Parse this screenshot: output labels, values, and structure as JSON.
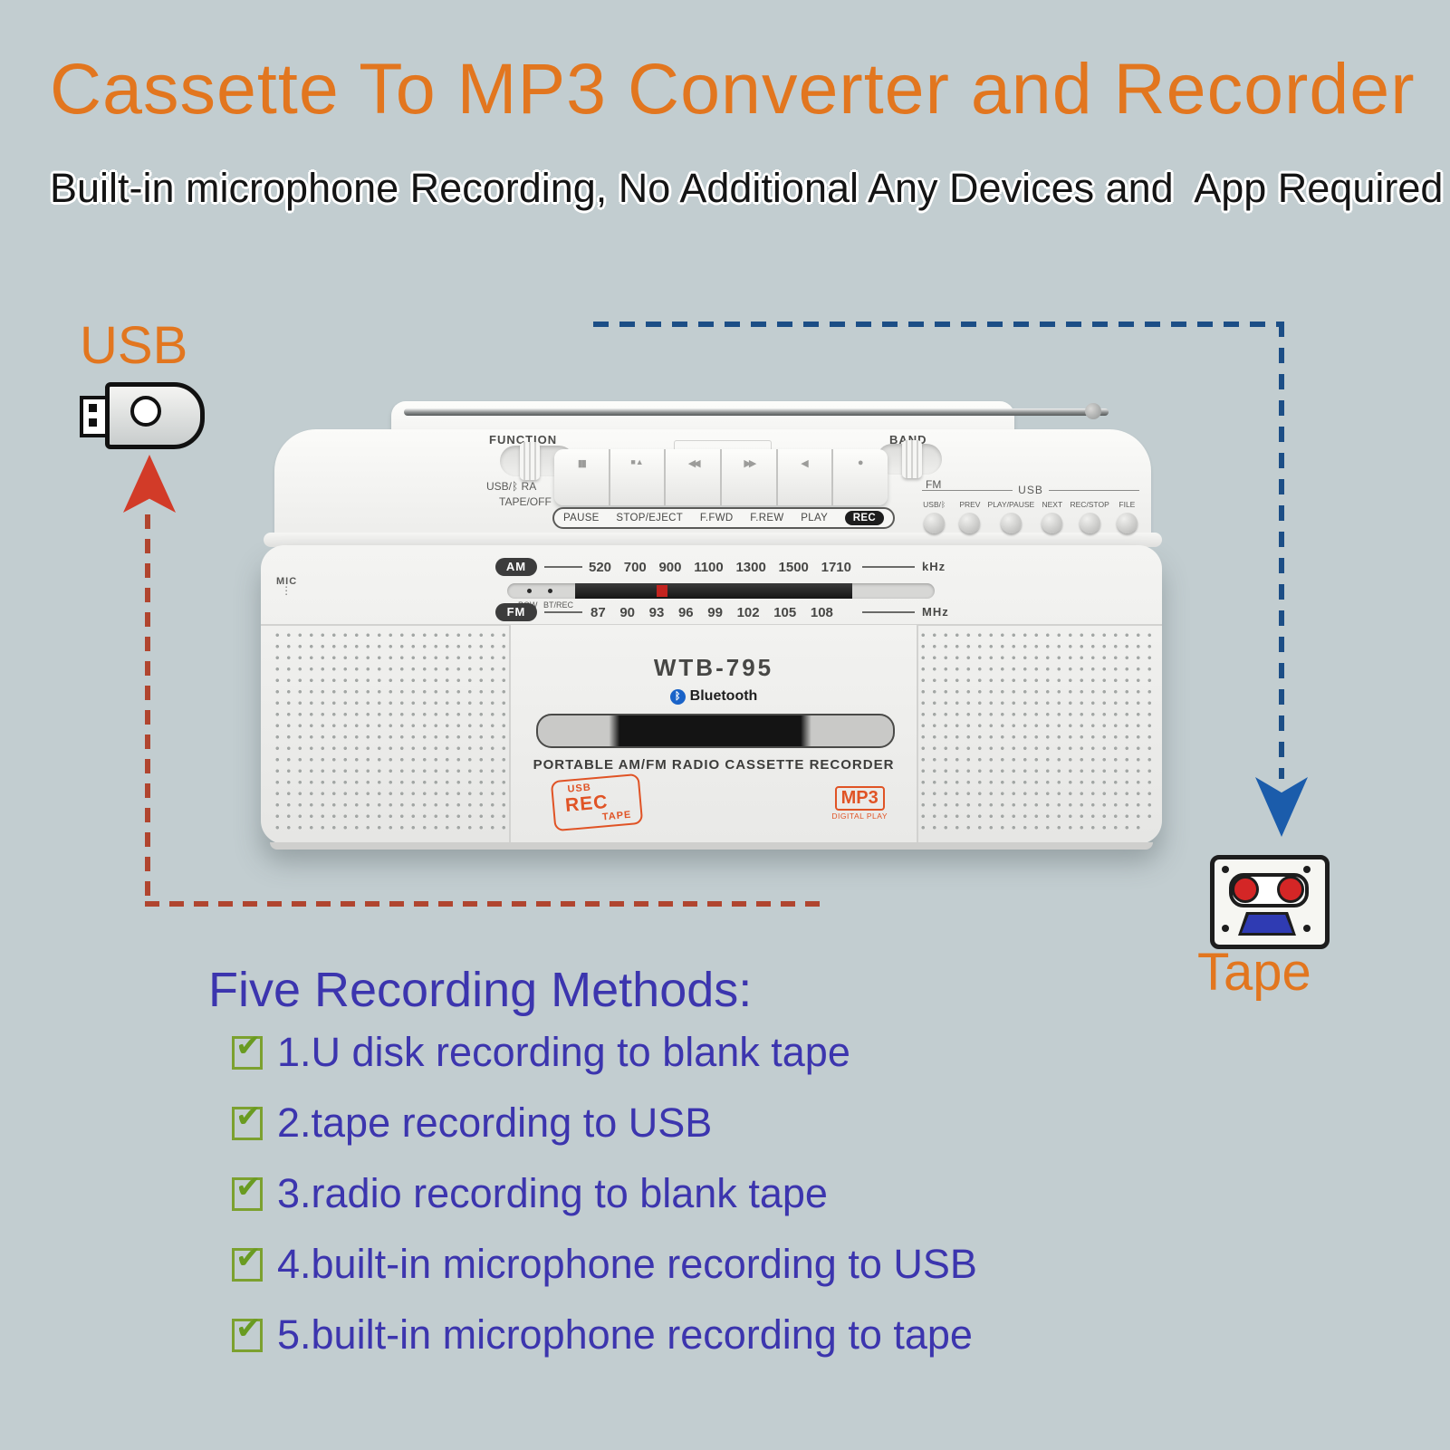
{
  "title": "Cassette To MP3 Converter and Recorder",
  "subtitle": "Built-in microphone Recording, No Additional Any Devices and  App Required",
  "flow": {
    "usb_label": "USB",
    "tape_label": "Tape"
  },
  "device": {
    "function_label": "FUNCTION",
    "function_opt1": "USB/ᛒ  RA",
    "function_opt2": "TAPE/OFF",
    "band_label": "BAND",
    "band_opt1": "AM",
    "band_opt2": "FM",
    "usb_port_label": "USB",
    "transport": {
      "icons": [
        "▮▮",
        "■▲",
        "◀◀",
        "▶▶",
        "◀",
        "●"
      ],
      "labels": [
        "PAUSE",
        "STOP/EJECT",
        "F.FWD",
        "F.REW",
        "PLAY",
        "REC"
      ]
    },
    "usb_cluster": {
      "caption": "USB",
      "buttons": [
        "USB/ᛒ",
        "PREV",
        "PLAY/PAUSE",
        "NEXT",
        "REC/STOP",
        "FILE"
      ]
    },
    "mic_label": "MIC",
    "mic_dots": "⋮",
    "dial": {
      "am_label": "AM",
      "am_freqs": [
        "520",
        "700",
        "900",
        "1100",
        "1300",
        "1500",
        "1710"
      ],
      "am_unit": "kHz",
      "fm_label": "FM",
      "fm_freqs": [
        "87",
        "90",
        "93",
        "96",
        "99",
        "102",
        "105",
        "108"
      ],
      "fm_unit": "MHz",
      "pow_label": "POW",
      "btrec_label": "BT/REC"
    },
    "model": "WTB-795",
    "bluetooth_glyph": "ᛒ",
    "bluetooth_word": "Bluetooth",
    "tagline": "PORTABLE AM/FM RADIO CASSETTE RECORDER",
    "rec_badge": {
      "top": "USB",
      "mid": "REC",
      "bottom": "TAPE"
    },
    "mp3_badge": {
      "label": "MP3",
      "sub": "DIGITAL PLAY"
    }
  },
  "methods": {
    "heading": "Five Recording Methods:",
    "check_glyph": "✔",
    "items": [
      "1.U disk recording to blank tape",
      "2.tape recording to USB",
      "3.radio recording to blank tape",
      "4.built-in microphone recording to USB",
      "5.built-in microphone recording to tape"
    ]
  },
  "colors": {
    "background": "#c2cdd0",
    "accent_orange": "#e2761f",
    "list_blue": "#3c35ae",
    "arrow_red": "#d23b28",
    "arrow_blue": "#1b5cab",
    "check_green": "#699b21"
  }
}
